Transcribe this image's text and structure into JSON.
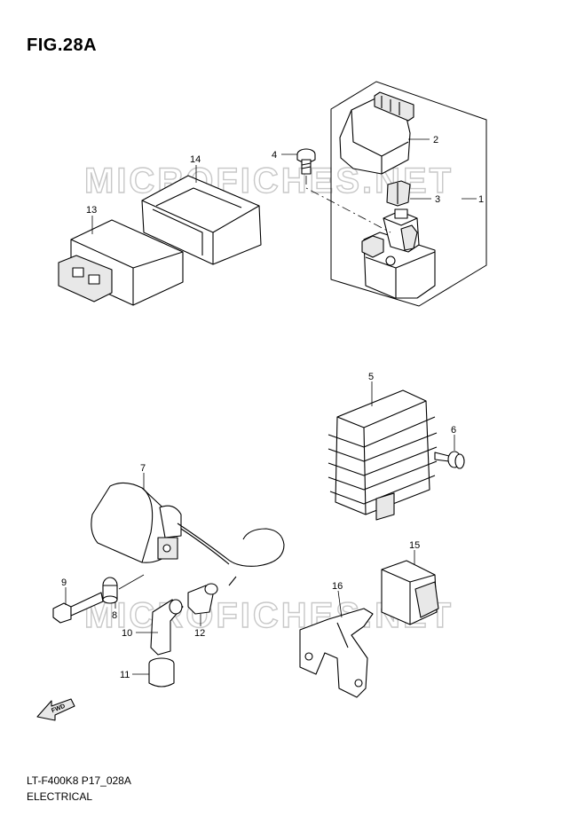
{
  "figure": {
    "title": "FIG.28A",
    "code": "LT-F400K8 P17_028A",
    "category": "ELECTRICAL",
    "watermark": "MICROFICHES.NET"
  },
  "callouts": [
    {
      "id": "c1",
      "label": "1"
    },
    {
      "id": "c2",
      "label": "2"
    },
    {
      "id": "c3",
      "label": "3"
    },
    {
      "id": "c4",
      "label": "4"
    },
    {
      "id": "c5",
      "label": "5"
    },
    {
      "id": "c6",
      "label": "6"
    },
    {
      "id": "c7",
      "label": "7"
    },
    {
      "id": "c8",
      "label": "8"
    },
    {
      "id": "c9",
      "label": "9"
    },
    {
      "id": "c10",
      "label": "10"
    },
    {
      "id": "c11",
      "label": "11"
    },
    {
      "id": "c12",
      "label": "12"
    },
    {
      "id": "c13",
      "label": "13"
    },
    {
      "id": "c14",
      "label": "14"
    },
    {
      "id": "c15",
      "label": "15"
    },
    {
      "id": "c16",
      "label": "16"
    }
  ],
  "fwd_label": "FWD",
  "icons": {
    "fwd": "fwd-arrow-icon"
  }
}
